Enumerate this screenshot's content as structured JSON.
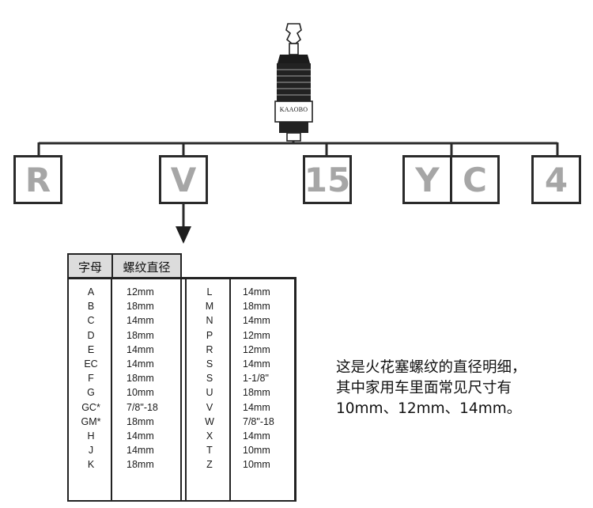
{
  "plug": {
    "brand": "KAAOBO"
  },
  "code_boxes": [
    "R",
    "V",
    "15",
    "Y",
    "C",
    "4"
  ],
  "table": {
    "headers": [
      "字母",
      "螺纹直径"
    ],
    "left_rows": [
      [
        "A",
        "12mm"
      ],
      [
        "B",
        "18mm"
      ],
      [
        "C",
        "14mm"
      ],
      [
        "D",
        "18mm"
      ],
      [
        "E",
        "14mm"
      ],
      [
        "EC",
        "14mm"
      ],
      [
        "F",
        "18mm"
      ],
      [
        "G",
        "10mm"
      ],
      [
        "GC*",
        "7/8\"-18"
      ],
      [
        "GM*",
        "18mm"
      ],
      [
        "H",
        "14mm"
      ],
      [
        "J",
        "14mm"
      ],
      [
        "K",
        "18mm"
      ]
    ],
    "right_rows": [
      [
        "L",
        "14mm"
      ],
      [
        "M",
        "18mm"
      ],
      [
        "N",
        "14mm"
      ],
      [
        "P",
        "12mm"
      ],
      [
        "R",
        "12mm"
      ],
      [
        "S",
        "14mm"
      ],
      [
        "S",
        "1-1/8\""
      ],
      [
        "U",
        "18mm"
      ],
      [
        "V",
        "14mm"
      ],
      [
        "W",
        "7/8\"-18"
      ],
      [
        "X",
        "14mm"
      ],
      [
        "T",
        "10mm"
      ],
      [
        "Z",
        "10mm"
      ]
    ]
  },
  "note": {
    "lines": [
      "这是火花塞螺纹的直径明细，",
      "其中家用车里面常见尺寸有",
      "10mm、12mm、14mm。"
    ]
  },
  "colors": {
    "line": "#2a2a2a",
    "box_text": "#a6a6a6",
    "header_bg": "#dcdcdc"
  }
}
